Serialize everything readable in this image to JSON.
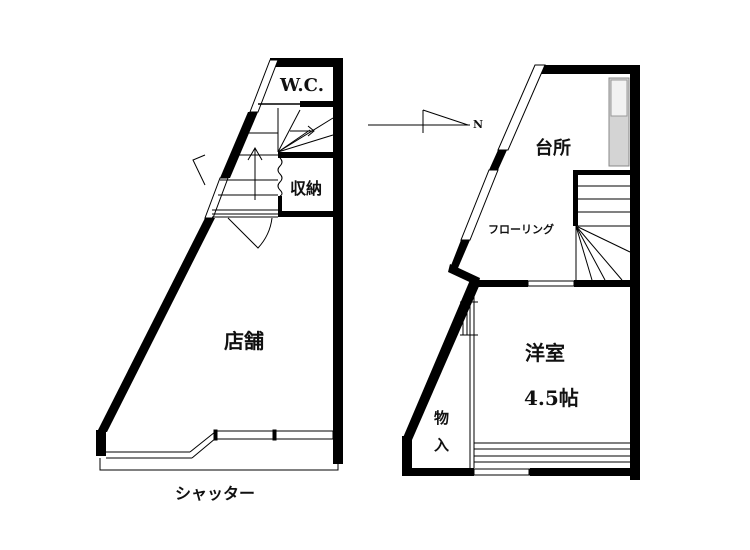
{
  "floor_plan": {
    "left_floor": {
      "rooms": {
        "wc": "W.C.",
        "storage": "収納",
        "shop": "店舗"
      },
      "shutter_label": "シャッター"
    },
    "right_floor": {
      "rooms": {
        "kitchen": "台所",
        "flooring": "フローリング",
        "western_room": "洋室",
        "western_room_size": "4.5帖",
        "closet_line1": "物",
        "closet_line2": "入"
      }
    },
    "compass": {
      "label": "N"
    },
    "colors": {
      "wall": "#000000",
      "background": "#ffffff",
      "line": "#333333",
      "sink": "#c8c8c8"
    }
  }
}
